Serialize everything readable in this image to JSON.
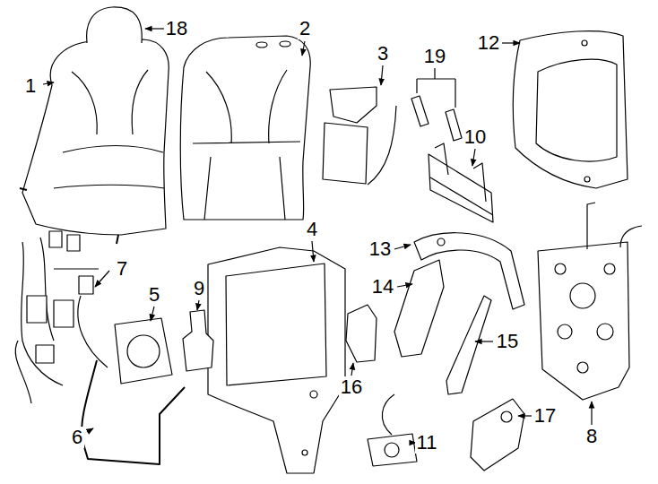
{
  "diagram": {
    "labels": [
      "18",
      "1",
      "2",
      "3",
      "19",
      "12",
      "10",
      "4",
      "7",
      "13",
      "5",
      "9",
      "14",
      "15",
      "16",
      "8",
      "17",
      "11",
      "6"
    ]
  }
}
